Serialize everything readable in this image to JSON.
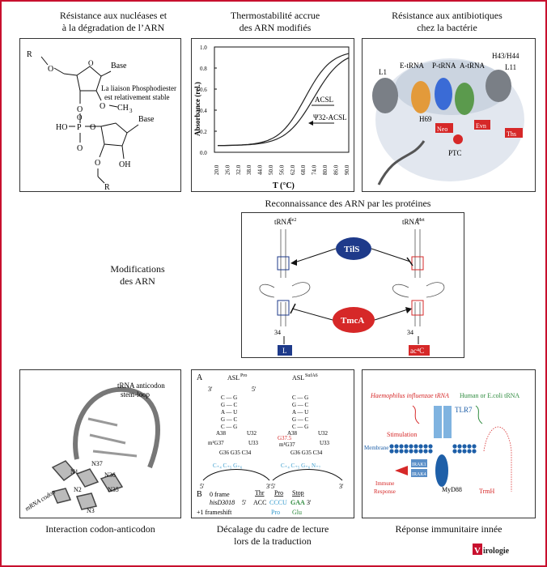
{
  "captions": {
    "nuclease": [
      "Résistance aux nucléases et",
      "à la dégradation de l’ARN"
    ],
    "thermo": [
      "Thermostabilité accrue",
      "des ARN modifiés"
    ],
    "antibiotics": [
      "Résistance aux antibiotiques",
      "chez la bactérie"
    ],
    "proteins": "Reconnaissance des ARN par les protéines",
    "modifications": [
      "Modifications",
      "des ARN"
    ],
    "codon": "Interaction codon-anticodon",
    "frameshift": [
      "Décalage du cadre de lecture",
      "lors de la traduction"
    ],
    "immune": "Réponse immunitaire innée"
  },
  "nuclease_panel": {
    "note": [
      "La liaison Phosphodiester",
      "est relativement stable"
    ],
    "labels": {
      "r": "R",
      "o": "O",
      "base": "Base",
      "och3": "O",
      "ch3": "CH",
      "sub3": "3",
      "ho": "HO",
      "p": "P",
      "oh": "OH"
    }
  },
  "thermo_panel": {
    "ylabel": "Absorbance (rel.)",
    "xlabel": "T (°C)",
    "yticks": [
      "1.0",
      "0.8",
      "0.6",
      "0.4",
      "0.2",
      "0.0"
    ],
    "xticks": [
      "20.0",
      "26.0",
      "32.0",
      "38.0",
      "44.0",
      "50.0",
      "56.0",
      "62.0",
      "68.0",
      "74.0",
      "80.0",
      "86.0",
      "90.0"
    ],
    "curve1": "ACSL",
    "curve2": "Ψ32-ACSL"
  },
  "antibiotics_panel": {
    "labels": [
      "L1",
      "E-tRNA",
      "P-tRNA",
      "A-tRNA",
      "H43/H44",
      "L11",
      "H69",
      "Neo",
      "Evn",
      "Ths",
      "PTC"
    ]
  },
  "proteins_panel": {
    "trna_left": "tRNA",
    "trna_left_sup": "Ile2",
    "trna_right": "tRNA",
    "trna_right_sup": "Met",
    "tils": "TilS",
    "tmca": "TmcA",
    "box_left": "L",
    "box_right": "ac⁴C",
    "num_left": "34",
    "num_right": "34"
  },
  "codon_panel": {
    "title": [
      "tRNA anticodon",
      "stem-loop"
    ],
    "mrna": "mRNA codon",
    "nlabels": [
      "N37",
      "N36",
      "N35",
      "N1",
      "N2",
      "N3"
    ]
  },
  "frameshift_panel": {
    "a": "A",
    "b": "B",
    "asl1": "ASL",
    "asl1_sup": "Pro",
    "asl2": "ASL",
    "asl2_sup": "SufA6",
    "three": "3'",
    "five": "5'",
    "stem": [
      "C — G",
      "G — C",
      "A — U",
      "G — C",
      "C — G"
    ],
    "a38": "A38",
    "g375": "G37.5",
    "u32": "U32",
    "u33": "U33",
    "m1g37": "m¹G37",
    "g36": "G36 G35 C34",
    "codon1": "C₊₄ C₊₅ G₊₆",
    "codon2": "C₊₄ C₊₅ G₊₆ N₊₇",
    "frame0": "0 frame",
    "frame1": "+1 frameshift",
    "gene": "hisD3018",
    "seq": "ACC",
    "seq_pro": "CCCU",
    "seq_stop": "GAA",
    "thr": "Thr",
    "pro": "Pro",
    "stop": "Stop",
    "pro2": "Pro",
    "glu": "Glu"
  },
  "immune_panel": {
    "haemo": "Haemophilus influenzae tRNA",
    "human": "Human or E.coli tRNA",
    "tlr7": "TLR7",
    "stim": "Stimulation",
    "membrane": "Membrane",
    "response": [
      "Immune",
      "Response"
    ],
    "irak1": "IRAK1",
    "irak4": "IRAK4",
    "myd88": "MyD88",
    "trmh": "TrmH"
  },
  "logo": "Virologie",
  "colors": {
    "border": "#c8102e",
    "blue": "#1e3a8a",
    "red": "#d62828",
    "cyan": "#3399cc",
    "green": "#2e8b3e"
  }
}
